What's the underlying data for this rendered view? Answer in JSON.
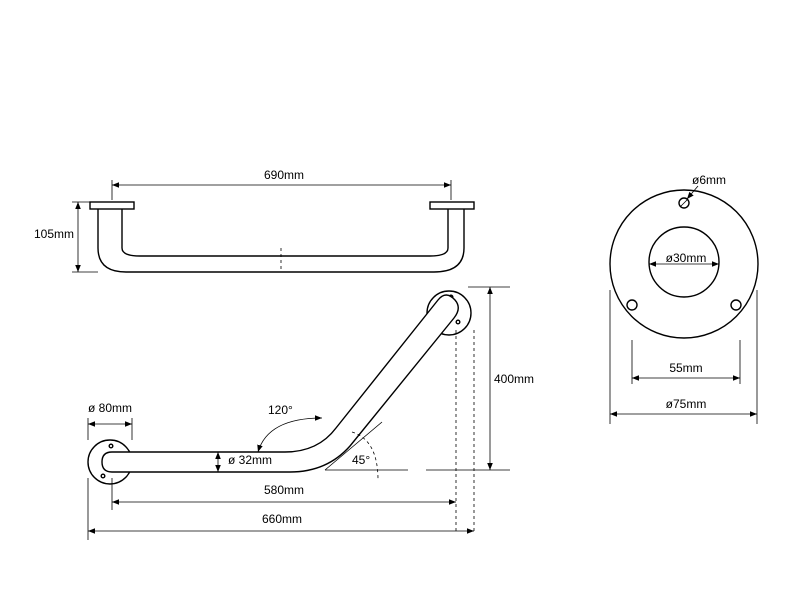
{
  "top_view": {
    "width_label": "690mm",
    "height_label": "105mm"
  },
  "front_view": {
    "flange_diameter_label": "ø 80mm",
    "angle_inner_label": "120°",
    "tube_diameter_label": "ø 32mm",
    "angle_outer_label": "45°",
    "height_label": "400mm",
    "horizontal_length_label": "580mm",
    "overall_length_label": "660mm"
  },
  "flange_view": {
    "hole_label": "ø6mm",
    "inner_diameter_label": "ø30mm",
    "hole_spacing_label": "55mm",
    "outer_diameter_label": "ø75mm"
  }
}
